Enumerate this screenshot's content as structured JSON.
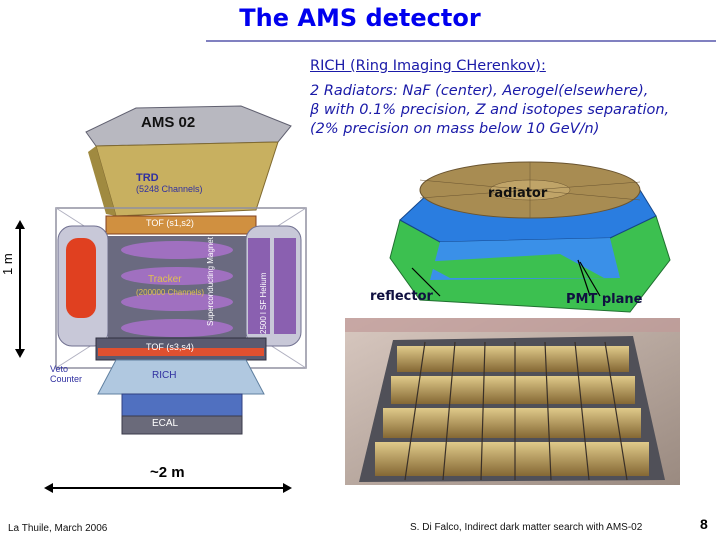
{
  "title": "The AMS detector",
  "rich": {
    "heading": "RICH (Ring Imaging CHerenkov):",
    "line1": "2 Radiators: NaF (center), Aerogel(elsewhere),",
    "line2_symbol": "β",
    "line2": " with 0.1% precision, Z and isotopes separation,",
    "line3": "(2% precision on mass below 10 GeV/n)"
  },
  "detector": {
    "name": "AMS 02",
    "trd": "TRD",
    "trd_channels": "(5248 Channels)",
    "tof_top": "TOF (s1,s2)",
    "tracker": "Tracker",
    "tracker_channels": "(200000 Channels)",
    "magnet": "Superconducting Magnet",
    "helium": "2500 l SF Helium",
    "tof_bottom": "TOF (s3,s4)",
    "veto1": "Veto",
    "veto2": "Counter",
    "rich": "RICH",
    "ecal": "ECAL",
    "dim_height": "1 m",
    "dim_width": "~2 m"
  },
  "rich_figure": {
    "radiator": "radiator",
    "reflector": "reflector",
    "pmt": "PMT plane"
  },
  "footer": {
    "left": "La Thuile, March 2006",
    "center": "S. Di Falco, Indirect dark matter search with AMS-02",
    "page": "8"
  },
  "colors": {
    "title": "#0000ee",
    "text": "#1a1aa8",
    "radiator_blue": "#2a7de0",
    "reflector_green": "#3cc050",
    "trd_gold": "#c8b060",
    "tracker_purple": "#a070c0",
    "magnet_purple": "#8a60b0",
    "tof_red": "#e04020"
  }
}
